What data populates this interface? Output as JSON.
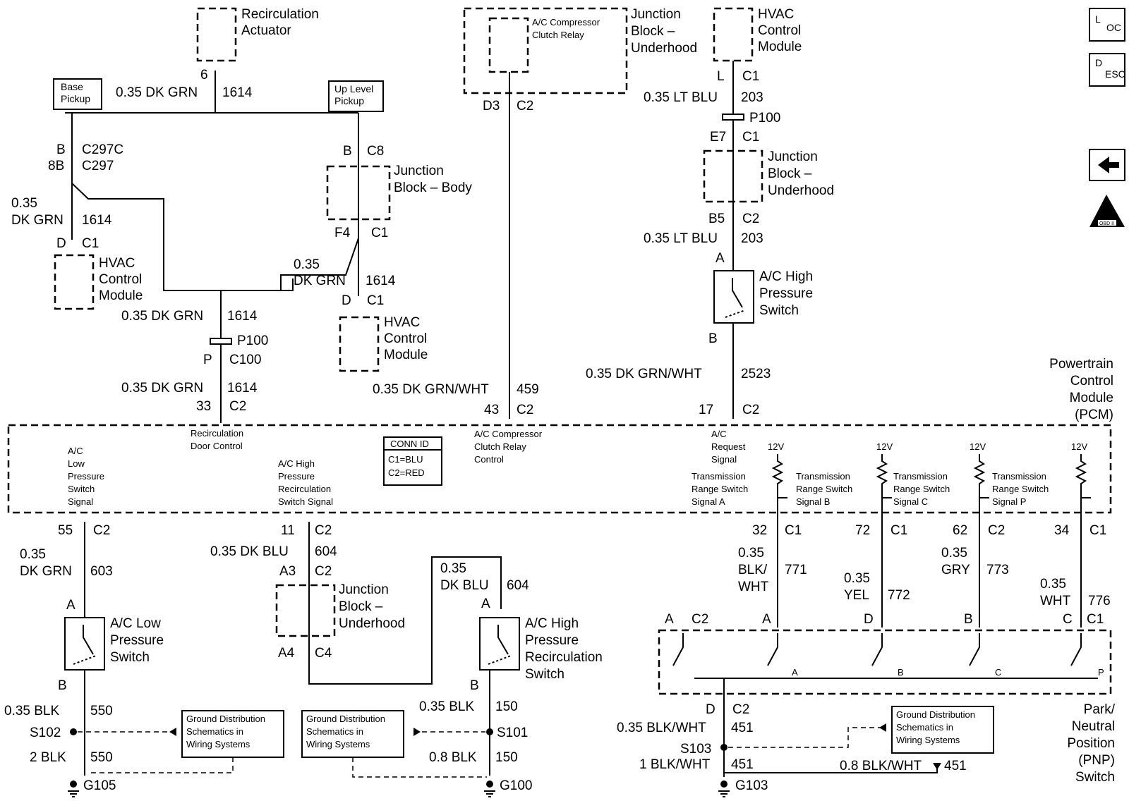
{
  "components": {
    "recirc_actuator": [
      "Recirculation",
      "Actuator"
    ],
    "hvac_control_module": [
      "HVAC",
      "Control",
      "Module"
    ],
    "junction_block_body": [
      "Junction",
      "Block – Body"
    ],
    "junction_block_underhood": [
      "Junction",
      "Block –",
      "Underhood"
    ],
    "ac_compressor_relay": [
      "A/C Compressor",
      "Clutch Relay"
    ],
    "ac_high_pressure_switch": [
      "A/C High",
      "Pressure",
      "Switch"
    ],
    "ac_low_pressure_switch": [
      "A/C Low",
      "Pressure",
      "Switch"
    ],
    "ac_hp_recirc_switch": [
      "A/C High",
      "Pressure",
      "Recirculation",
      "Switch"
    ],
    "pcm": [
      "Powertrain",
      "Control",
      "Module",
      "(PCM)"
    ],
    "pnp_switch": [
      "Park/",
      "Neutral",
      "Position",
      "(PNP)",
      "Switch"
    ]
  },
  "labels": {
    "base_pickup": [
      "Base",
      "Pickup"
    ],
    "up_level_pickup": [
      "Up Level",
      "Pickup"
    ],
    "recirc_door": [
      "Recirculation",
      "Door Control"
    ],
    "ac_low_signal": [
      "A/C",
      "Low",
      "Pressure",
      "Switch",
      "Signal"
    ],
    "ac_hp_recirc_signal": [
      "A/C High",
      "Pressure",
      "Recirculation",
      "Switch Signal"
    ],
    "ac_clutch_control": [
      "A/C Compressor",
      "Clutch Relay",
      "Control"
    ],
    "ac_request_signal": [
      "A/C",
      "Request",
      "Signal"
    ],
    "trs_a": [
      "Transmission",
      "Range Switch",
      "Signal A"
    ],
    "trs_b": [
      "Transmission",
      "Range Switch",
      "Signal B"
    ],
    "trs_c": [
      "Transmission",
      "Range Switch",
      "Signal C"
    ],
    "trs_p": [
      "Transmission",
      "Range Switch",
      "Signal P"
    ],
    "v12": "12V",
    "ground_dist": [
      "Ground Distribution",
      "Schematics in",
      "Wiring Systems"
    ],
    "pnp_positions": [
      "A",
      "B",
      "C",
      "P"
    ]
  },
  "conn_id": {
    "title": "CONN ID",
    "c1": "C1=BLU",
    "c2": "C2=RED"
  },
  "pins": {
    "recirc_pin": "6",
    "b_left": "B",
    "p8b": "8B",
    "d_left": "D",
    "f4": "F4",
    "p": "P",
    "p33": "33",
    "d3": "D3",
    "p43": "43",
    "l": "L",
    "e7": "E7",
    "b5": "B5",
    "a": "A",
    "p17": "17",
    "p55": "55",
    "p11": "11",
    "a3": "A3",
    "a4": "A4",
    "p32": "32",
    "p72": "72",
    "p62": "62",
    "p34": "34",
    "c": "C"
  },
  "connectors": {
    "c297c": "C297C",
    "c297": "C297",
    "c1": "C1",
    "c2": "C2",
    "c8": "C8",
    "c100": "C100",
    "c4": "C4",
    "p100": "P100"
  },
  "wires": {
    "recirc_top": {
      "gauge_color": "0.35 DK GRN",
      "circuit": "1614"
    },
    "left_hvac": {
      "gauge": "0.35",
      "color": "DK GRN",
      "circuit": "1614"
    },
    "mid_hvac": {
      "gauge": "0.35",
      "color": "DK GRN",
      "circuit": "1614"
    },
    "recirc_mid": {
      "gauge_color": "0.35 DK GRN",
      "circuit": "1614"
    },
    "w459": {
      "gauge_color": "0.35 DK GRN/WHT",
      "circuit": "459"
    },
    "w203": {
      "gauge_color": "0.35 LT BLU",
      "circuit": "203"
    },
    "w2523": {
      "gauge_color": "0.35 DK GRN/WHT",
      "circuit": "2523"
    },
    "w603": {
      "gauge": "0.35",
      "color": "DK GRN",
      "circuit": "603"
    },
    "w604": {
      "gauge_color": "0.35 DK BLU",
      "circuit": "604"
    },
    "w604b": {
      "gauge": "0.35",
      "color": "DK BLU",
      "circuit": "604"
    },
    "w550a": {
      "gauge_color": "0.35 BLK",
      "circuit": "550"
    },
    "w550b": {
      "gauge_color": "2 BLK",
      "circuit": "550"
    },
    "w150a": {
      "gauge_color": "0.35 BLK",
      "circuit": "150"
    },
    "w150b": {
      "gauge_color": "0.8 BLK",
      "circuit": "150"
    },
    "w771": {
      "gauge": "0.35",
      "color_1": "BLK/",
      "color_2": "WHT",
      "circuit": "771"
    },
    "w772": {
      "gauge": "0.35",
      "color": "YEL",
      "circuit": "772"
    },
    "w773": {
      "gauge": "0.35",
      "color": "GRY",
      "circuit": "773"
    },
    "w776": {
      "gauge": "0.35",
      "color": "WHT",
      "circuit": "776"
    },
    "w451a": {
      "gauge_color": "0.35 BLK/WHT",
      "circuit": "451"
    },
    "w451b": {
      "gauge_color": "1 BLK/WHT",
      "circuit": "451"
    },
    "w451c": {
      "gauge_color": "0.8 BLK/WHT",
      "circuit": "451"
    }
  },
  "splices": {
    "s102": "S102",
    "s101": "S101",
    "s103": "S103"
  },
  "grounds": {
    "g105": "G105",
    "g100": "G100",
    "g103": "G103"
  },
  "icons": {
    "loc": [
      "L",
      "OC"
    ],
    "desc": [
      "D",
      "ESC"
    ],
    "obd": "OBD II"
  }
}
